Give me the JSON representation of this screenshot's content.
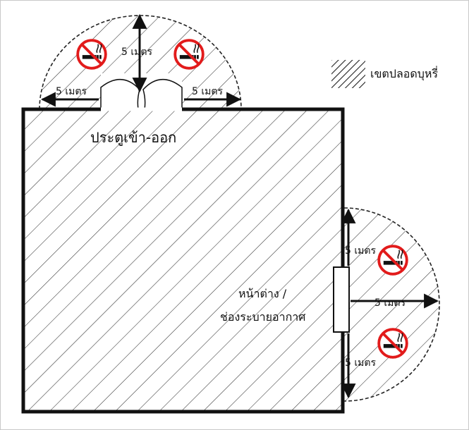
{
  "legend": {
    "label": "เขตปลอดบุหรี่"
  },
  "labels": {
    "entrance": "ประตูเข้า-ออก",
    "window_line1": "หน้าต่าง /",
    "window_line2": "ช่องระบายอากาศ"
  },
  "distances": {
    "top_up": "5 เมตร",
    "top_left": "5 เมตร",
    "top_right": "5 เมตร",
    "right_upper": "5 เมตร",
    "right_middle": "5 เมตร",
    "right_lower": "5 เมตร"
  },
  "icons": {
    "no_smoking": "no-smoking-icon",
    "hatch_swatch": "hatch-pattern-icon"
  },
  "colors": {
    "no_smoking_red": "#e21b1b",
    "outline": "#111111"
  }
}
